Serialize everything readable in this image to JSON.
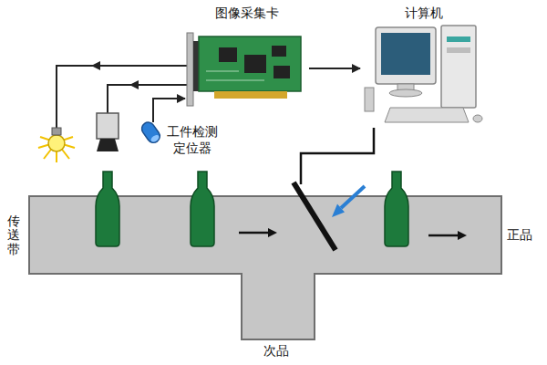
{
  "diagram": {
    "nodes": [
      {
        "text": [
          "图像采集卡"
        ]
      },
      {
        "text": [
          "计算机"
        ]
      },
      {
        "text": [
          "工件检测 定位器"
        ]
      },
      {
        "text": [
          "传送带"
        ]
      }
    ],
    "edges": [
      {
        "from": 2,
        "to": 0,
        "arrow": "to"
      },
      {
        "from": 0,
        "to": 1,
        "arrow": "to"
      }
    ],
    "labels": [
      "正品",
      "次品"
    ]
  }
}
